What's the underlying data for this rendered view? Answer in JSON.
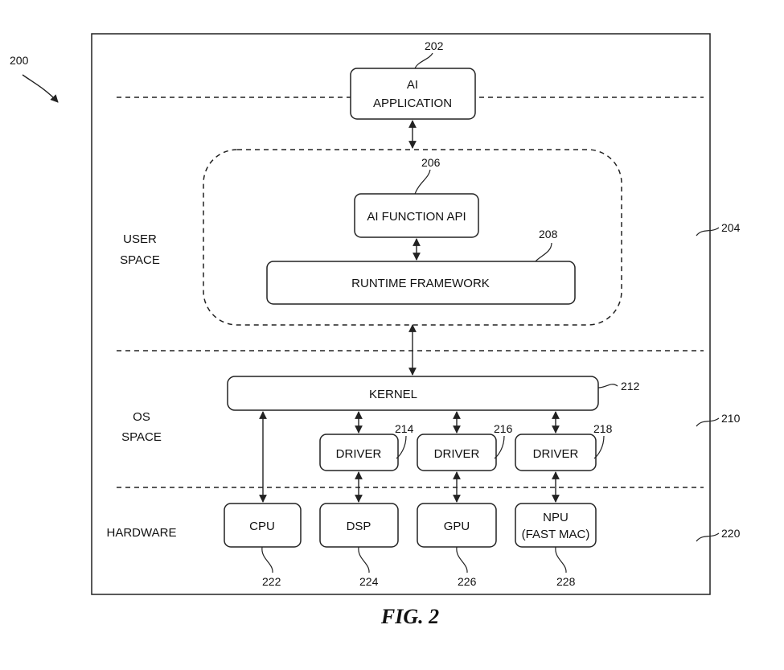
{
  "figure_number": "200",
  "figure_caption": "FIG. 2",
  "layers": {
    "user_space": {
      "line1": "USER",
      "line2": "SPACE",
      "ref": "204"
    },
    "os_space": {
      "line1": "OS",
      "line2": "SPACE",
      "ref": "210"
    },
    "hardware": {
      "label": "HARDWARE",
      "ref": "220"
    }
  },
  "components": {
    "ai_application": {
      "line1": "AI",
      "line2": "APPLICATION",
      "ref": "202"
    },
    "user_group": {
      "ref": "206"
    },
    "ai_function_api": {
      "label": "AI FUNCTION API"
    },
    "runtime_framework": {
      "label": "RUNTIME FRAMEWORK",
      "ref": "208"
    },
    "kernel": {
      "label": "KERNEL",
      "ref": "212"
    },
    "driver_1": {
      "label": "DRIVER",
      "ref": "214"
    },
    "driver_2": {
      "label": "DRIVER",
      "ref": "216"
    },
    "driver_3": {
      "label": "DRIVER",
      "ref": "218"
    },
    "cpu": {
      "label": "CPU",
      "ref": "222"
    },
    "dsp": {
      "label": "DSP",
      "ref": "224"
    },
    "gpu": {
      "label": "GPU",
      "ref": "226"
    },
    "npu": {
      "line1": "NPU",
      "line2": "(FAST MAC)",
      "ref": "228"
    }
  }
}
